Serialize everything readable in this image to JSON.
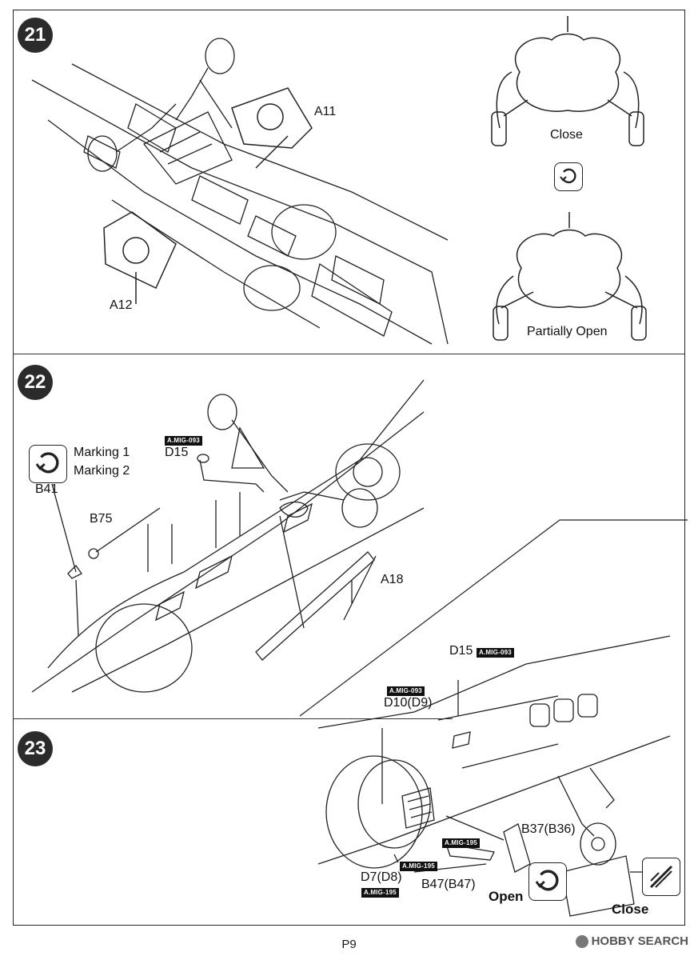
{
  "steps": [
    {
      "number": "21",
      "callouts": {
        "a11": "A11",
        "a12": "A12"
      },
      "gear_states": {
        "close": "Close",
        "partially_open": "Partially Open"
      }
    },
    {
      "number": "22",
      "markings": [
        "Marking 1",
        "Marking 2"
      ],
      "callouts": {
        "d15": "D15",
        "b41": "B41",
        "b75": "B75",
        "a18": "A18"
      },
      "paint_code": "A.MIG-093"
    },
    {
      "number": "23",
      "callouts": {
        "d15": "D15",
        "d10": "D10(D9)",
        "d7": "D7(D8)",
        "b37": "B37(B36)",
        "b47": "B47(B47)"
      },
      "paint_codes": {
        "d15": "A.MIG-093",
        "d10": "A.MIG-093",
        "b47_a": "A.MIG-195",
        "b47_b": "A.MIG-195",
        "d7": "A.MIG-195"
      },
      "states": {
        "open": "Open",
        "close": "Close"
      }
    }
  ],
  "footer": {
    "page": "P9",
    "watermark": "HOBBY SEARCH"
  }
}
